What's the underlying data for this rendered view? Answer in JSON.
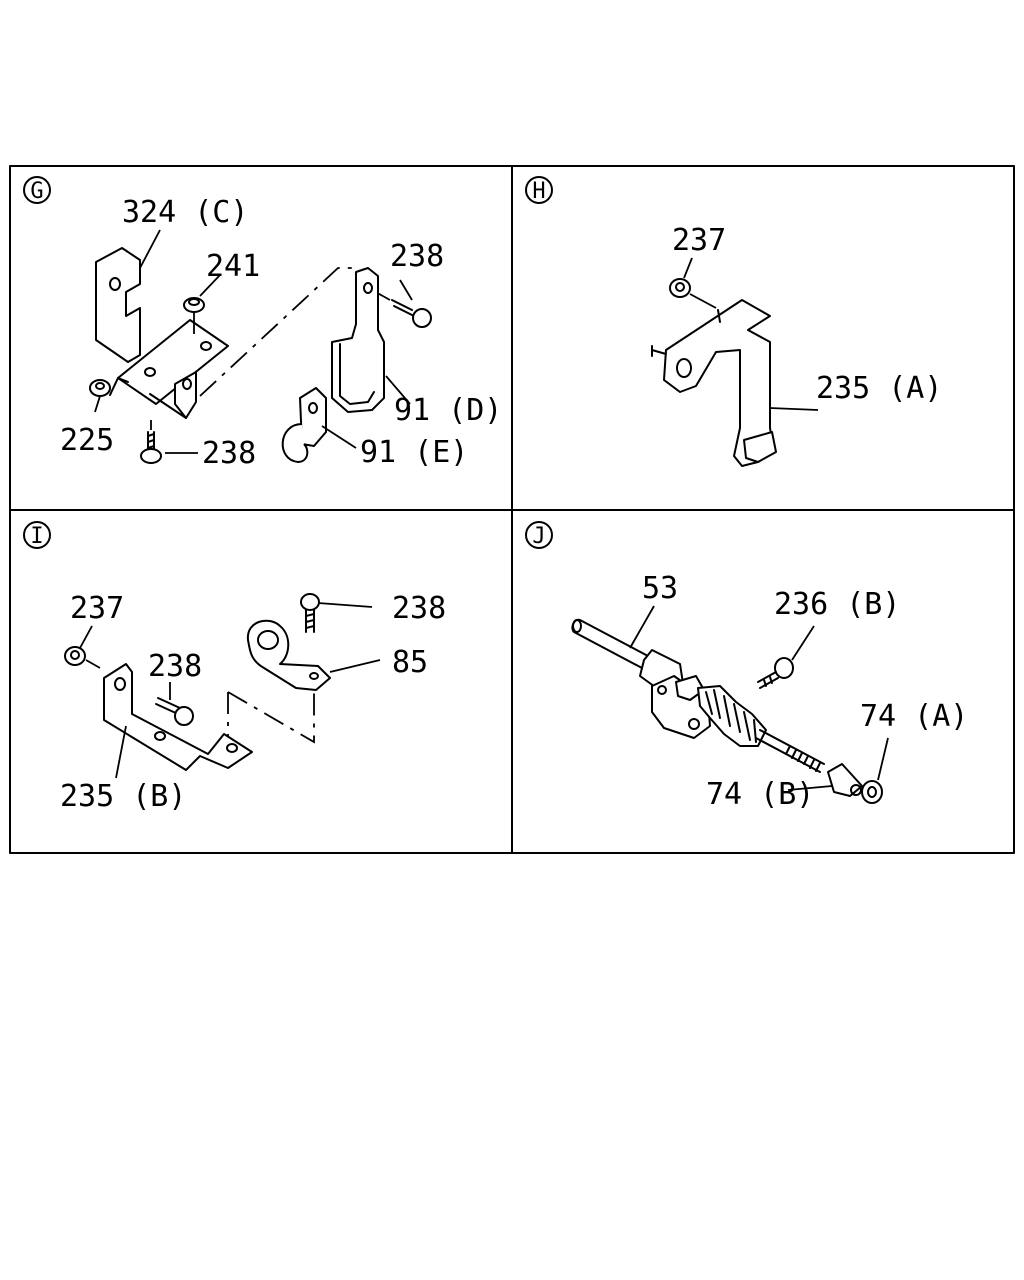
{
  "panels": [
    {
      "id": "G",
      "labels": [
        "324 (C)",
        "241",
        "238",
        "225",
        "238",
        "91 (D)",
        "91 (E)"
      ]
    },
    {
      "id": "H",
      "labels": [
        "237",
        "235 (A)"
      ]
    },
    {
      "id": "I",
      "labels": [
        "237",
        "238",
        "238",
        "85",
        "235 (B)"
      ]
    },
    {
      "id": "J",
      "labels": [
        "53",
        "236 (B)",
        "74 (A)",
        "74 (B)"
      ]
    }
  ]
}
